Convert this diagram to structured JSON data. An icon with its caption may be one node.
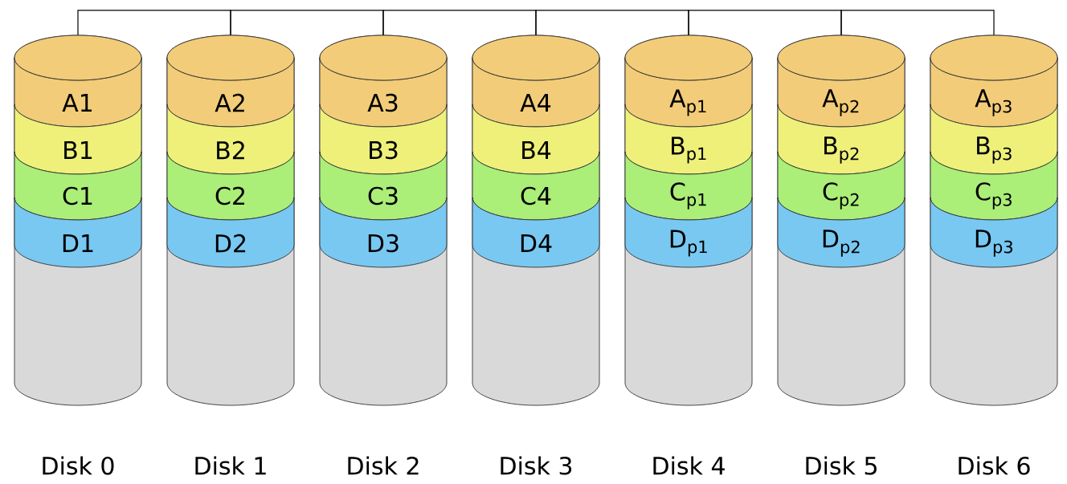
{
  "diagram": {
    "nodes": [
      {
        "text": [
          "Disk 0"
        ]
      },
      {
        "text": [
          "A1"
        ],
        "in": 0
      },
      {
        "text": [
          "B1"
        ],
        "in": 0
      },
      {
        "text": [
          "C1"
        ],
        "in": 0
      },
      {
        "text": [
          "D1"
        ],
        "in": 0
      },
      {
        "text": [
          "Disk 1"
        ]
      },
      {
        "text": [
          "A2"
        ],
        "in": 5
      },
      {
        "text": [
          "B2"
        ],
        "in": 5
      },
      {
        "text": [
          "C2"
        ],
        "in": 5
      },
      {
        "text": [
          "D2"
        ],
        "in": 5
      },
      {
        "text": [
          "Disk 2"
        ]
      },
      {
        "text": [
          "A3"
        ],
        "in": 10
      },
      {
        "text": [
          "B3"
        ],
        "in": 10
      },
      {
        "text": [
          "C3"
        ],
        "in": 10
      },
      {
        "text": [
          "D3"
        ],
        "in": 10
      },
      {
        "text": [
          "Disk 3"
        ]
      },
      {
        "text": [
          "A4"
        ],
        "in": 15
      },
      {
        "text": [
          "B4"
        ],
        "in": 15
      },
      {
        "text": [
          "C4"
        ],
        "in": 15
      },
      {
        "text": [
          "D4"
        ],
        "in": 15
      },
      {
        "text": [
          "Disk 4"
        ]
      },
      {
        "text": [
          "A$_{p1}$"
        ],
        "in": 20
      },
      {
        "text": [
          "B$_{p1}$"
        ],
        "in": 20
      },
      {
        "text": [
          "C$_{p1}$"
        ],
        "in": 20
      },
      {
        "text": [
          "D$_{p1}$"
        ],
        "in": 20
      },
      {
        "text": [
          "Disk 5"
        ]
      },
      {
        "text": [
          "A$_{p2}$"
        ],
        "in": 25
      },
      {
        "text": [
          "B$_{p2}$"
        ],
        "in": 25
      },
      {
        "text": [
          "C$_{p2}$"
        ],
        "in": 25
      },
      {
        "text": [
          "D$_{p2}$"
        ],
        "in": 25
      },
      {
        "text": [
          "Disk 6"
        ]
      },
      {
        "text": [
          "A$_{p3}$"
        ],
        "in": 30
      },
      {
        "text": [
          "B$_{p3}$"
        ],
        "in": 30
      },
      {
        "text": [
          "C$_{p3}$"
        ],
        "in": 30
      },
      {
        "text": [
          "D$_{p3}$"
        ],
        "in": 30
      }
    ],
    "edges": [
      {
        "from": 0,
        "to": 5,
        "arrow": "none"
      },
      {
        "from": 5,
        "to": 10,
        "arrow": "none"
      },
      {
        "from": 10,
        "to": 15,
        "arrow": "none"
      },
      {
        "from": 15,
        "to": 20,
        "arrow": "none"
      },
      {
        "from": 20,
        "to": 25,
        "arrow": "none"
      },
      {
        "from": 25,
        "to": 30,
        "arrow": "none"
      }
    ]
  }
}
